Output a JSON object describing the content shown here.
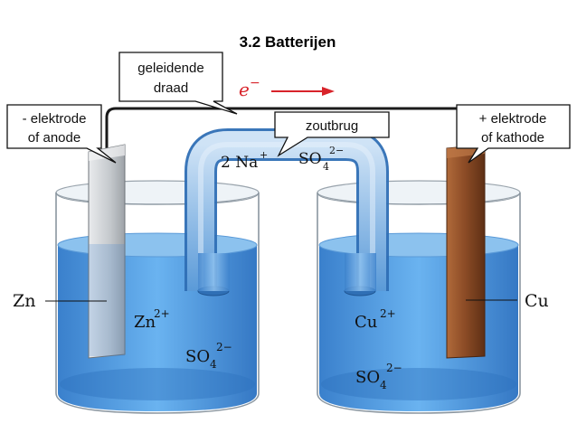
{
  "title": "3.2 Batterijen",
  "callouts": {
    "wire": [
      "geleidende",
      "draad"
    ],
    "anode": [
      "- elektrode",
      "of anode"
    ],
    "salt_bridge": "zoutbrug",
    "cathode": [
      "+ elektrode",
      "of kathode"
    ]
  },
  "electron": {
    "symbol": "e",
    "charge": "−"
  },
  "bridge_ions": {
    "na_prefix": "2 Na",
    "na_charge": "+",
    "so4_base": "SO",
    "so4_sub": "4",
    "so4_charge": "2−"
  },
  "left_beaker": {
    "electrode": "Zn",
    "ion_base": "Zn",
    "ion_charge": "2+",
    "anion_base": "SO",
    "anion_sub": "4",
    "anion_charge": "2−"
  },
  "right_beaker": {
    "electrode": "Cu",
    "ion_base": "Cu",
    "ion_charge": "2+",
    "anion_base": "SO",
    "anion_sub": "4",
    "anion_charge": "2−"
  },
  "colors": {
    "solution": "#4f9be0",
    "solution_dark": "#2c6fb8",
    "zinc": "#c9cccf",
    "copper": "#8a4a25",
    "arrow": "#d8232a"
  }
}
